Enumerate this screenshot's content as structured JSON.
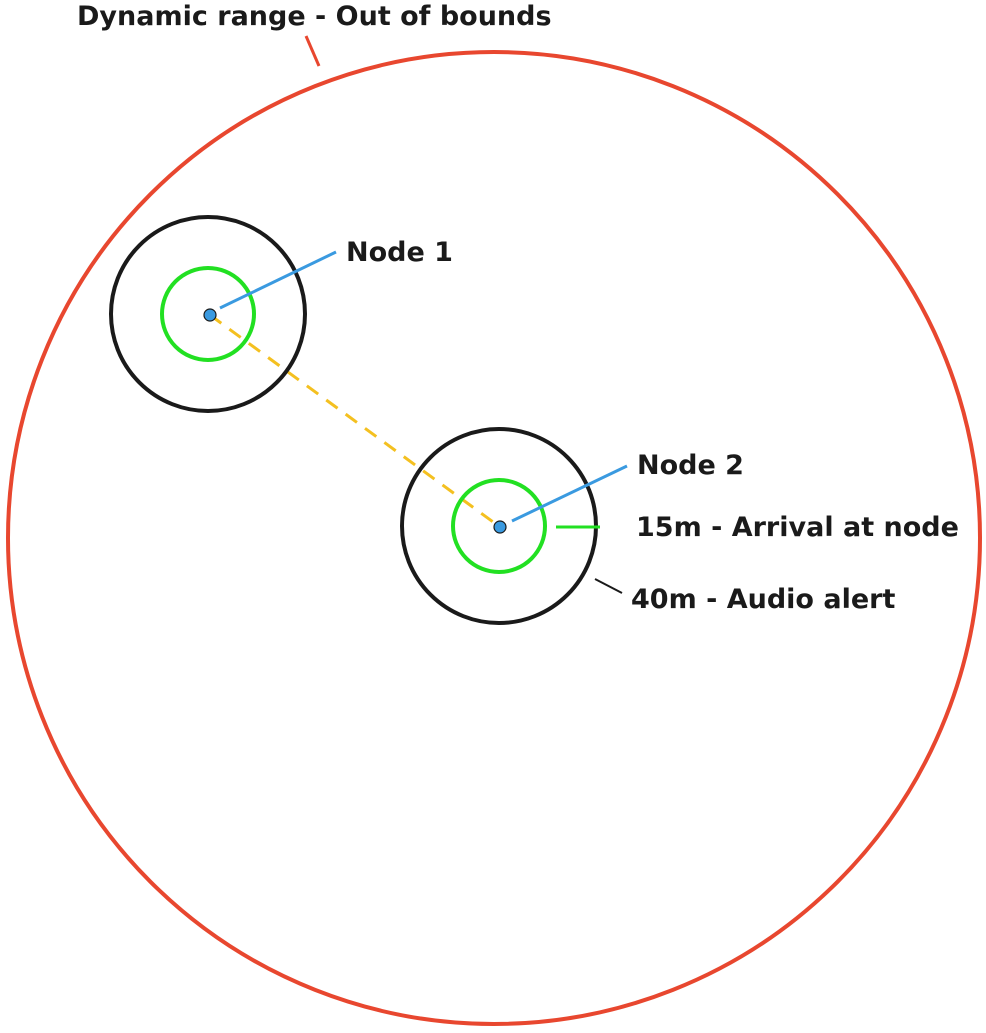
{
  "title": "Dynamic range - Out of bounds",
  "nodes": [
    {
      "label": "Node 1"
    },
    {
      "label": "Node 2"
    }
  ],
  "radii": {
    "arrival": "15m - Arrival at node",
    "alert": "40m - Audio alert"
  },
  "colors": {
    "outer_boundary": "#e8472f",
    "alert_ring": "#1a1a1a",
    "arrival_ring": "#22e022",
    "node_leader": "#3a9ae0",
    "node_dot": "#3a9ae0",
    "path": "#f4c020",
    "text": "#1a1a1a"
  }
}
